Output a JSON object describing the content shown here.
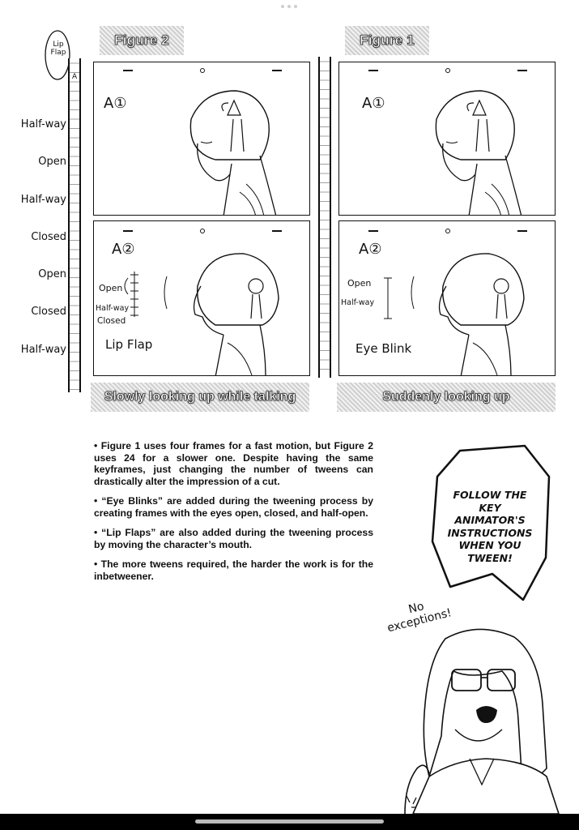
{
  "figures": {
    "left": {
      "title": "Figure 2",
      "caption": "Slowly looking up while talking",
      "key1": "A①",
      "key2": "A②",
      "tween_label": "Lip Flap",
      "ticks": [
        "Open",
        "Half-way",
        "Closed"
      ]
    },
    "right": {
      "title": "Figure 1",
      "caption": "Suddenly looking up",
      "key1": "A①",
      "key2": "A②",
      "tween_label": "Eye Blink",
      "ticks": [
        "Open",
        "Half-way"
      ]
    }
  },
  "timing": {
    "header_note": "Lip Flap",
    "cell_label": "A",
    "labels": [
      "Half-way",
      "Open",
      "Half-way",
      "Closed",
      "Open",
      "Closed",
      "Half-way"
    ]
  },
  "bullets": [
    "• Figure 1 uses four frames for a fast motion, but Figure 2 uses 24 for a slower one. Despite having the same keyframes, just changing the number of tweens can drastically alter the impression of a cut.",
    "• “Eye Blinks” are added during the tweening process by creating frames with the eyes open, closed, and half-open.",
    "• “Lip Flaps” are also added during the tweening process by moving the character’s mouth.",
    "• The more tweens required, the harder the work is for the inbetweener."
  ],
  "speech_bubble": "FOLLOW THE KEY ANIMATOR'S INSTRUCTIONS WHEN YOU TWEEN!",
  "side_remark": "No exceptions!"
}
